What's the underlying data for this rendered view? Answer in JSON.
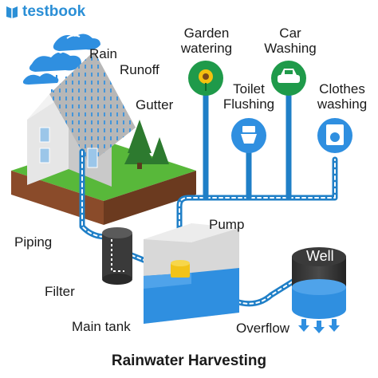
{
  "brand": {
    "name": "testbook"
  },
  "caption": "Rainwater Harvesting",
  "labels": {
    "rain": "Rain",
    "runoff": "Runoff",
    "gutter": "Gutter",
    "piping": "Piping",
    "filter": "Filter",
    "main_tank": "Main tank",
    "pump": "Pump",
    "overflow": "Overflow",
    "well": "Well"
  },
  "uses": [
    {
      "line1": "Garden",
      "line2": "watering",
      "icon": "sunflower-icon"
    },
    {
      "line1": "Car",
      "line2": "Washing",
      "icon": "car-icon"
    },
    {
      "line1": "Toilet",
      "line2": "Flushing",
      "icon": "toilet-icon"
    },
    {
      "line1": "Clothes",
      "line2": "washing",
      "icon": "washing-machine-icon"
    }
  ],
  "colors": {
    "pipe": "#1f7fc7",
    "brand": "#2b8fd6",
    "grass": "#58b83a",
    "garden_icon": "#1f9a4a",
    "water": "#2f8fe0"
  }
}
